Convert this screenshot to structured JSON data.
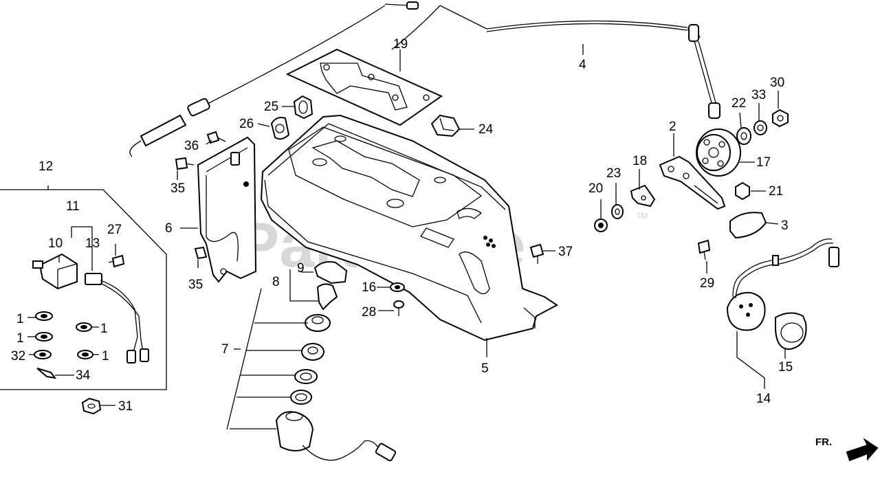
{
  "watermark": "PartsTree",
  "watermark_tm": "TM",
  "direction_marker": "FR.",
  "callouts": {
    "c1a": "1",
    "c1b": "1",
    "c1c": "1",
    "c1d": "1",
    "c2": "2",
    "c3": "3",
    "c4": "4",
    "c5": "5",
    "c6": "6",
    "c7": "7",
    "c8": "8",
    "c9": "9",
    "c10": "10",
    "c11": "11",
    "c12": "12",
    "c13": "13",
    "c14": "14",
    "c15": "15",
    "c16": "16",
    "c17": "17",
    "c18": "18",
    "c19": "19",
    "c20": "20",
    "c21": "21",
    "c22": "22",
    "c23": "23",
    "c24": "24",
    "c25": "25",
    "c26": "26",
    "c27": "27",
    "c28": "28",
    "c29": "29",
    "c30": "30",
    "c31": "31",
    "c32": "32",
    "c33": "33",
    "c34": "34",
    "c35a": "35",
    "c35b": "35",
    "c36": "36",
    "c37": "37"
  }
}
